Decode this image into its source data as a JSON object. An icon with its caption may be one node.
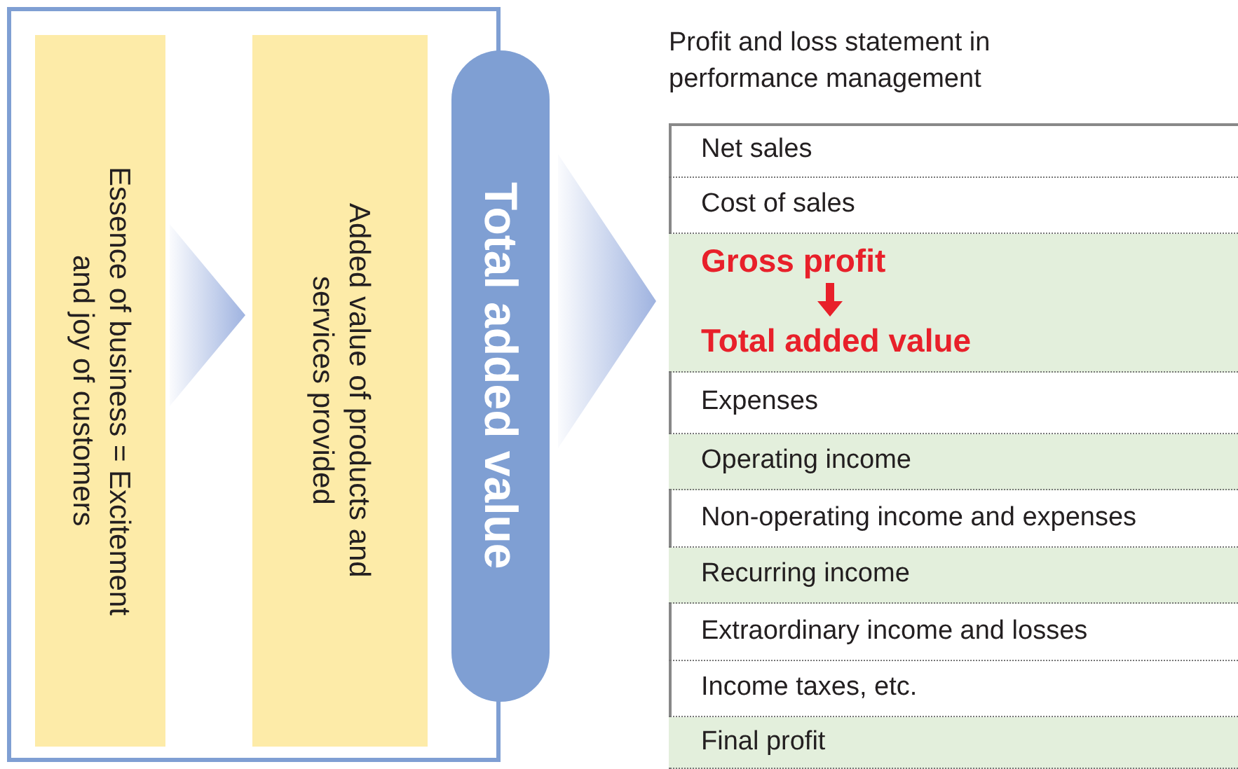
{
  "diagram": {
    "nodes": [
      {
        "text": [],
        "shape": "box"
      },
      {
        "text": [
          "Essence of business = Excitement and joy of customers"
        ],
        "in": 0
      },
      {
        "text": [
          "Added value of products and services provided"
        ],
        "in": 0
      },
      {
        "text": [
          "Total added value"
        ]
      },
      {
        "text": [
          "Profit and loss statement in performance management"
        ]
      },
      {
        "text": [
          "Net sales"
        ],
        "in": 4
      },
      {
        "text": [
          "Cost of sales"
        ],
        "in": 4
      },
      {
        "text": [],
        "shape": "band",
        "in": 4
      },
      {
        "text": [
          "Gross profit"
        ],
        "in": 7
      },
      {
        "text": [
          "Total added value"
        ],
        "in": 7
      },
      {
        "text": [
          "Expenses"
        ],
        "in": 4
      },
      {
        "text": [
          "Operating income"
        ],
        "in": 4
      },
      {
        "text": [
          "Non-operating income and expenses"
        ],
        "in": 4
      },
      {
        "text": [
          "Recurring income"
        ],
        "in": 4
      },
      {
        "text": [
          "Extraordinary income and losses"
        ],
        "in": 4
      },
      {
        "text": [
          "Income taxes, etc."
        ],
        "in": 4
      },
      {
        "text": [
          "Final profit"
        ],
        "in": 4
      }
    ],
    "edges": [
      {
        "from": 1,
        "to": 2,
        "arrow": "to",
        "style": "thick"
      },
      {
        "from": 3,
        "to": 4,
        "arrow": "to",
        "style": "thick"
      },
      {
        "from": 8,
        "to": 9,
        "arrow": "to",
        "style": "thick",
        "color": "#e8202a"
      }
    ]
  }
}
